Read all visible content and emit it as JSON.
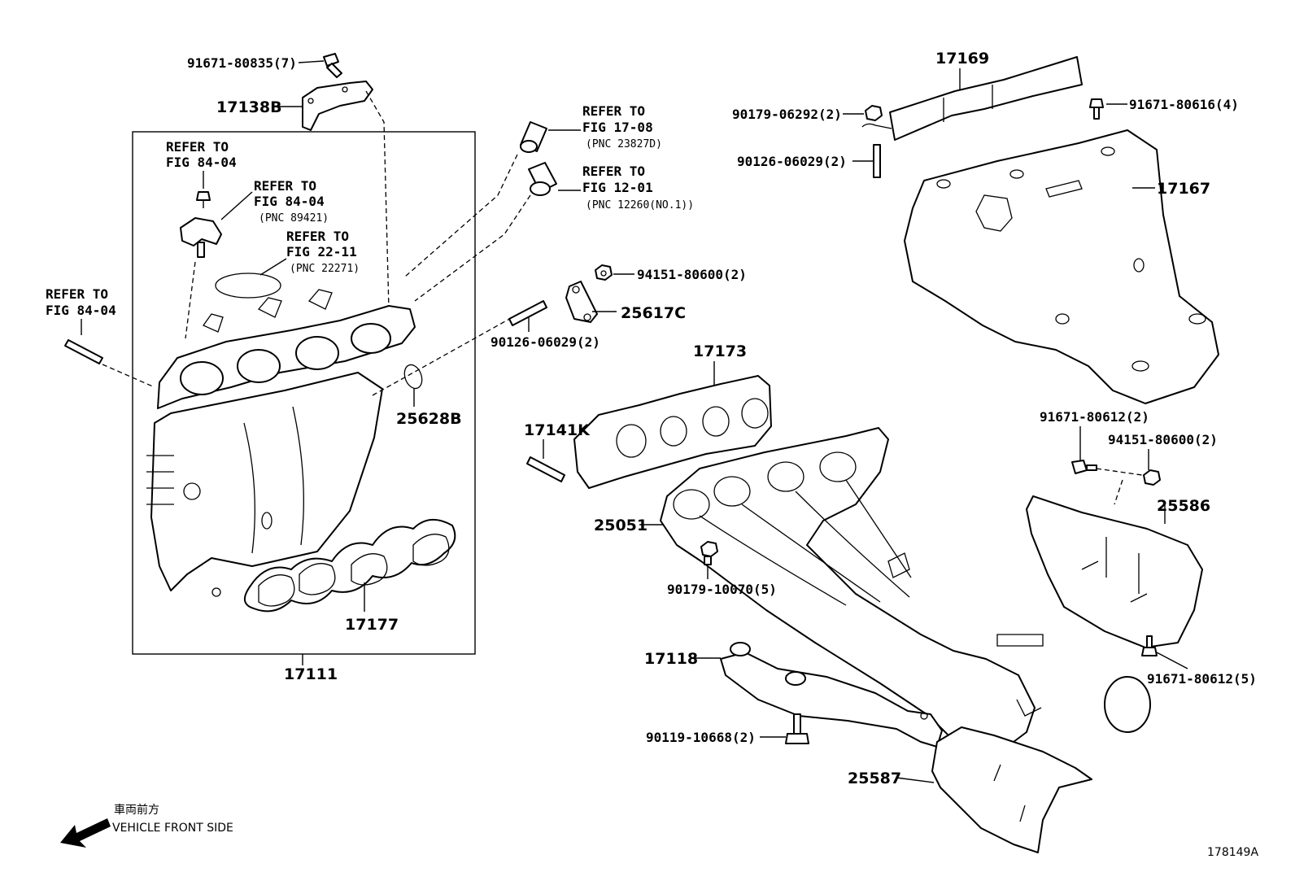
{
  "parts": {
    "p91671_80835": "91671-80835(7)",
    "p17138B": "17138B",
    "p17111": "17111",
    "p17177": "17177",
    "p25628B": "25628B",
    "p94151_80600_a": "94151-80600(2)",
    "p25617C": "25617C",
    "p90126_06029_a": "90126-06029(2)",
    "p17169": "17169",
    "p90179_06292": "90179-06292(2)",
    "p91671_80616": "91671-80616(4)",
    "p90126_06029_b": "90126-06029(2)",
    "p17167": "17167",
    "p17173": "17173",
    "p17141K": "17141K",
    "p25051": "25051",
    "p90179_10070": "90179-10070(5)",
    "p91671_80612_a": "91671-80612(2)",
    "p94151_80600_b": "94151-80600(2)",
    "p25586": "25586",
    "p91671_80612_b": "91671-80612(5)",
    "p17118": "17118",
    "p90119_10668": "90119-10668(2)",
    "p25587": "25587"
  },
  "refs": {
    "r1": {
      "line1": "REFER TO",
      "line2": "FIG 84-04"
    },
    "r2": {
      "line1": "REFER TO",
      "line2": "FIG 84-04",
      "pnc": "(PNC 89421)"
    },
    "r3": {
      "line1": "REFER TO",
      "line2": "FIG 22-11",
      "pnc": "(PNC 22271)"
    },
    "r4": {
      "line1": "REFER TO",
      "line2": "FIG 84-04"
    },
    "r5": {
      "line1": "REFER TO",
      "line2": "FIG 17-08",
      "pnc": "(PNC 23827D)"
    },
    "r6": {
      "line1": "REFER TO",
      "line2": "FIG 12-01",
      "pnc": "(PNC 12260(NO.1))"
    }
  },
  "front": {
    "jp": "車両前方",
    "en": "VEHICLE FRONT SIDE"
  },
  "figure_id": "178149A"
}
